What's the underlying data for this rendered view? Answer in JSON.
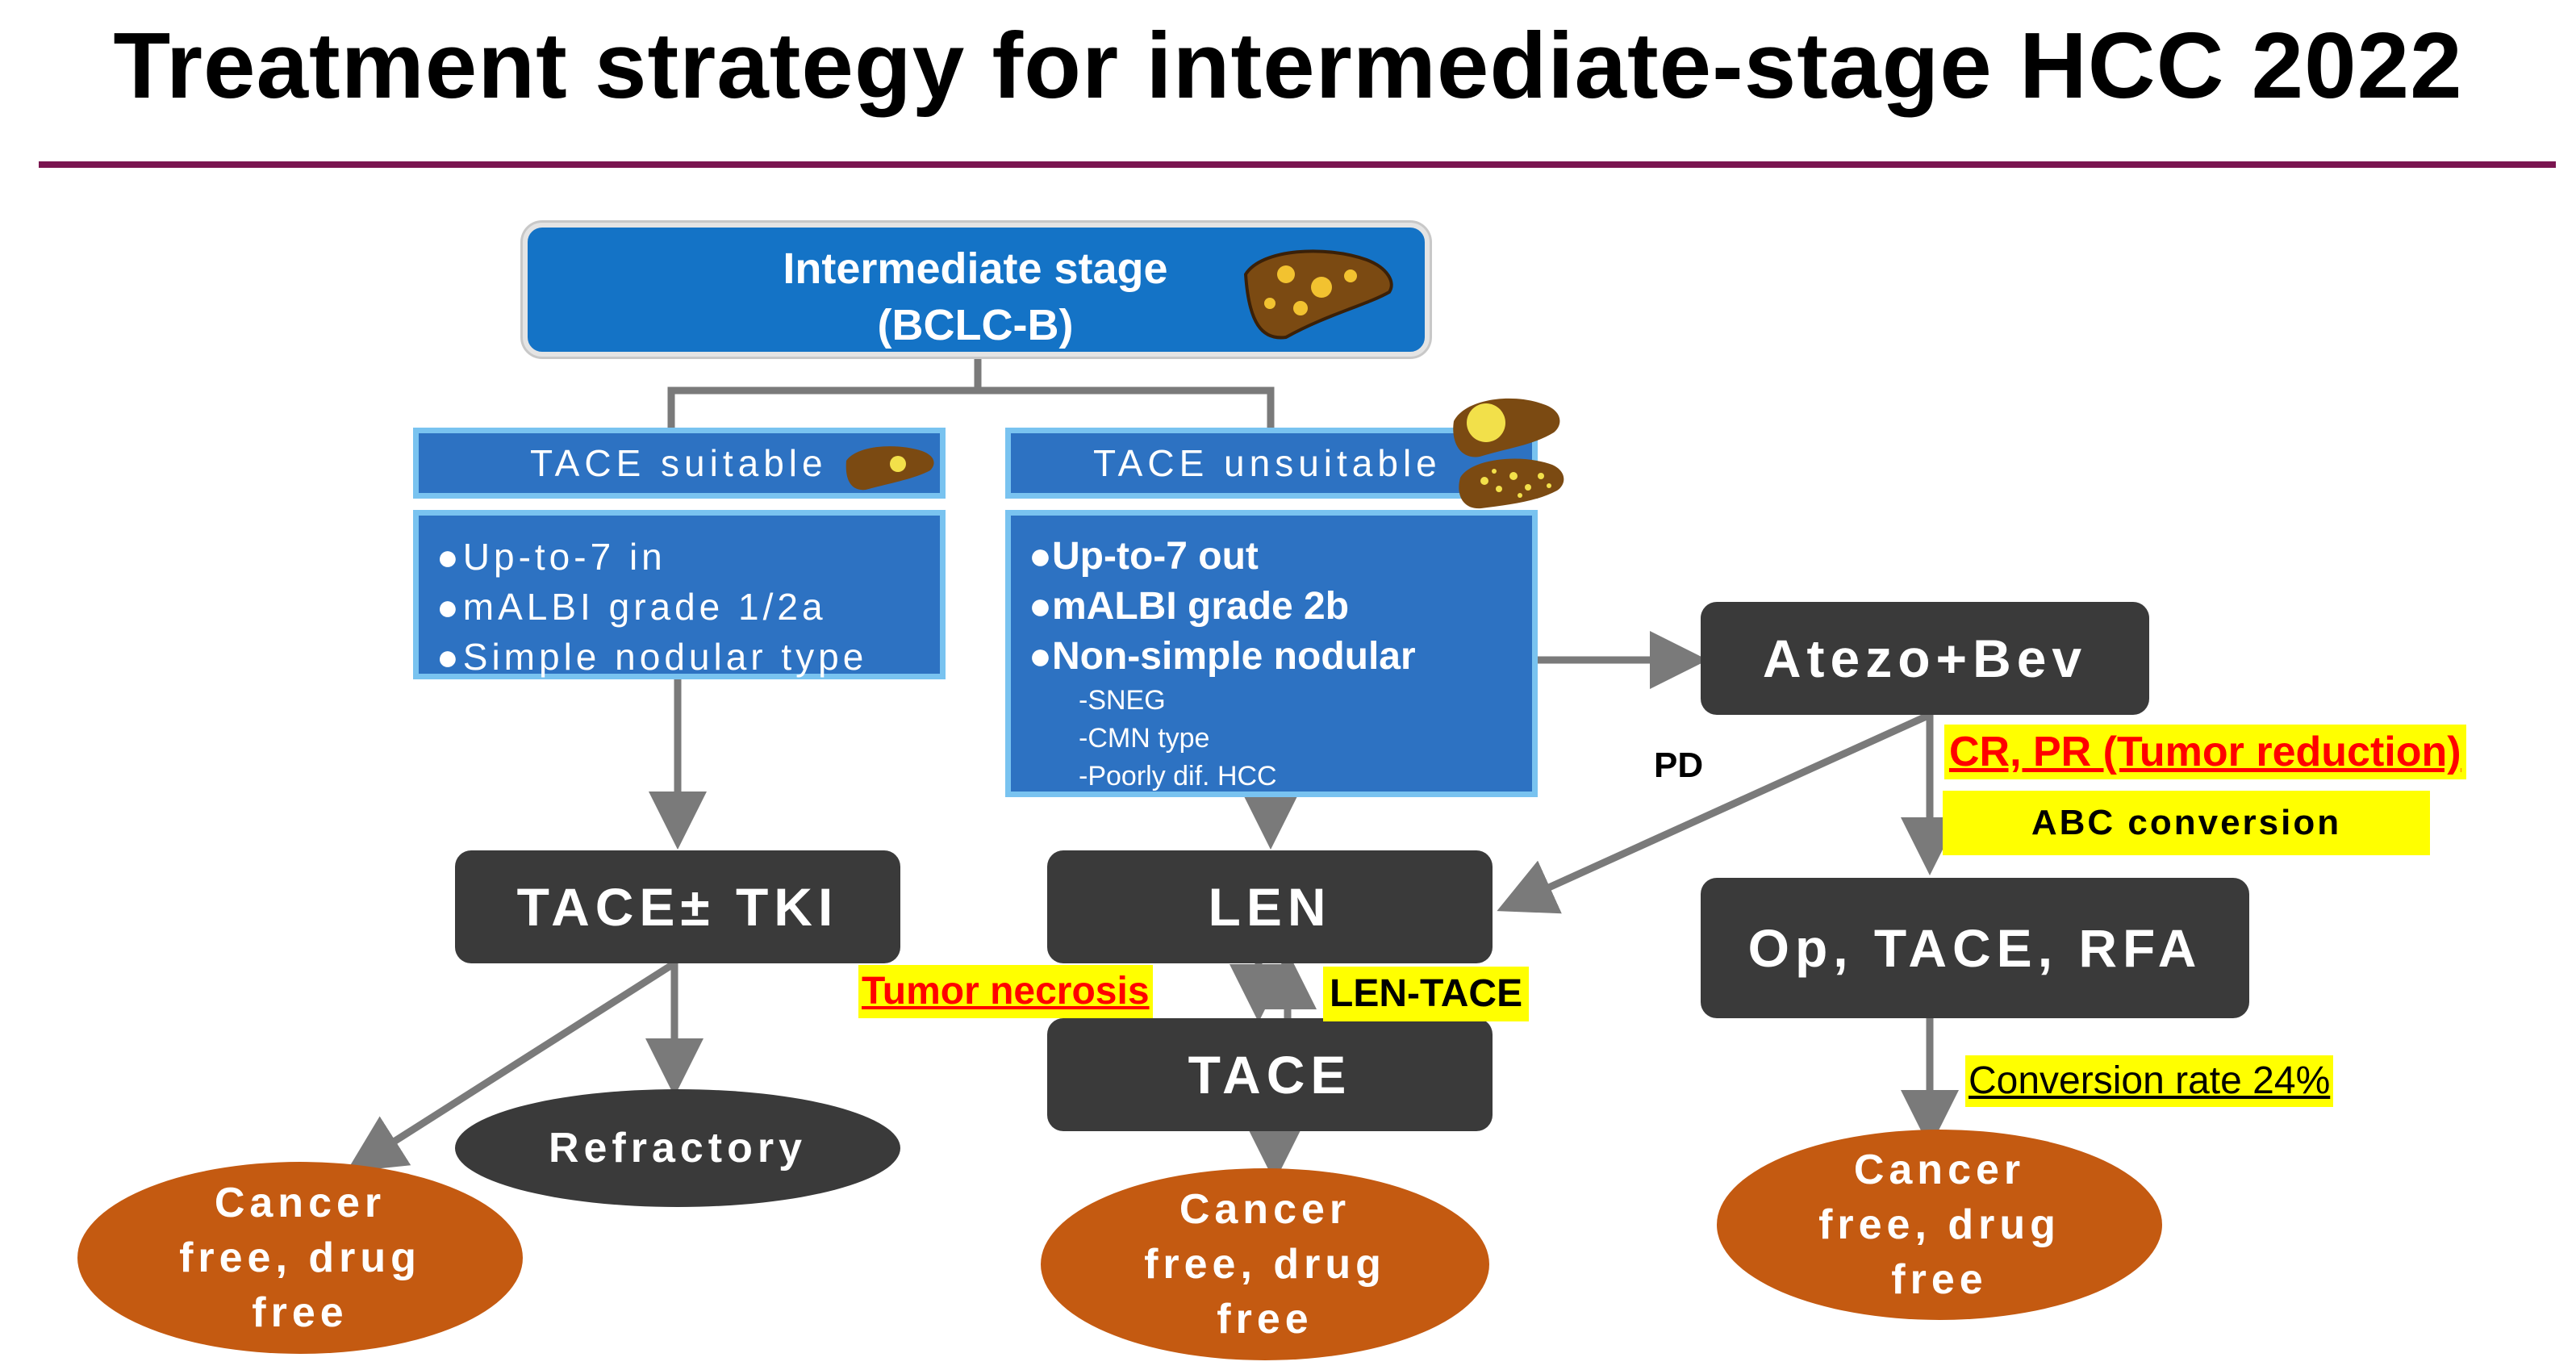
{
  "title": "Treatment strategy for intermediate-stage HCC 2022",
  "root": {
    "line1": "Intermediate stage",
    "line2": "(BCLC-B)"
  },
  "tace_suitable": {
    "header": "TACE suitable",
    "criteria": [
      "●Up-to-7 in",
      "●mALBI grade 1/2a",
      "●Simple nodular type"
    ]
  },
  "tace_unsuitable": {
    "header": "TACE unsuitable",
    "criteria": [
      "●Up-to-7 out",
      "●mALBI grade 2b",
      "●Non-simple nodular"
    ],
    "subtypes": [
      "-SNEG",
      "-CMN type",
      "-Poorly dif. HCC"
    ]
  },
  "nodes": {
    "atezo_bev": "Atezo+Bev",
    "tace_tki": "TACE± TKI",
    "len": "LEN",
    "tace": "TACE",
    "op_tace_rfa": "Op, TACE, RFA",
    "refractory": "Refractory"
  },
  "outcomes": {
    "left": [
      "Cancer",
      "free, drug",
      "free"
    ],
    "middle": [
      "Cancer",
      "free, drug",
      "free"
    ],
    "right": [
      "Cancer",
      "free, drug",
      "free"
    ]
  },
  "labels": {
    "pd": "PD",
    "cr_pr": "CR, PR (Tumor reduction)",
    "abc_conversion": "ABC conversion",
    "tumor_necrosis": "Tumor necrosis",
    "len_tace": "LEN-TACE",
    "conversion_rate": "Conversion rate 24%"
  },
  "colors": {
    "accent_rule": "#7a1550",
    "node_dark": "#3a3a3a",
    "box_blue": "#2d72c2",
    "box_border": "#79c3f0",
    "outcome_orange": "#c45a11",
    "highlight_yellow": "#ffff00",
    "emphasis_red": "#ff0000",
    "liver_brown": "#7b4a12",
    "lesion_yellow": "#f2c230"
  }
}
